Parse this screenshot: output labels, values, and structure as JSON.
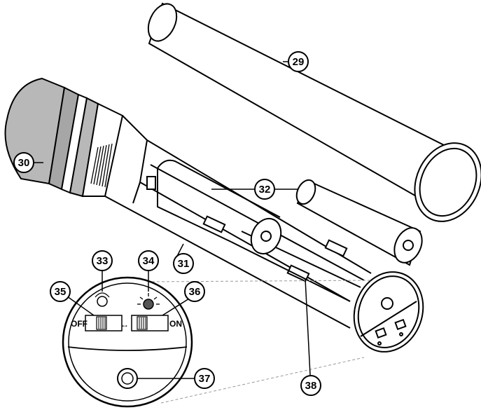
{
  "callouts": {
    "c29": "29",
    "c30": "30",
    "c31": "31",
    "c32": "32",
    "c33": "33",
    "c34": "34",
    "c35": "35",
    "c36": "36",
    "c37": "37",
    "c38": "38"
  },
  "switch": {
    "off_label": "OFF",
    "on_label": "ON",
    "arrow": "↔"
  },
  "colors": {
    "line": "#000000",
    "grille": "#b8b8b8",
    "grille_band": "#a6a6a6",
    "led": "#555555",
    "background": "#ffffff"
  }
}
